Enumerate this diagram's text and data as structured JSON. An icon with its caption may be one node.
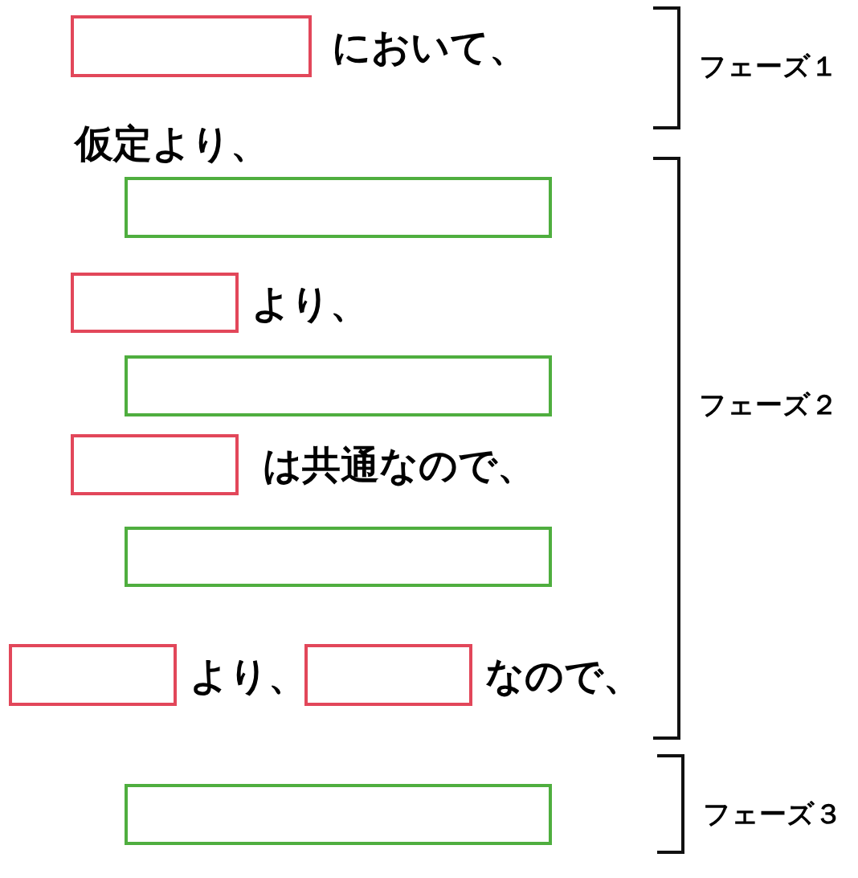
{
  "diagram": {
    "nodes": [
      {
        "text": [],
        "shape": "box",
        "beside": [
          "において、"
        ]
      },
      {
        "text": [],
        "shape": "box"
      },
      {
        "text": [],
        "shape": "box",
        "beside": [
          "より、"
        ]
      },
      {
        "text": [],
        "shape": "box"
      },
      {
        "text": [],
        "shape": "box",
        "beside": [
          "は共通なので、"
        ]
      },
      {
        "text": [],
        "shape": "box"
      },
      {
        "text": [],
        "shape": "box",
        "beside": [
          "より、"
        ]
      },
      {
        "text": [],
        "shape": "box",
        "beside": [
          "なので、"
        ]
      },
      {
        "text": [],
        "shape": "box"
      }
    ],
    "labels": [
      "フェーズ１",
      "仮定より、",
      "フェーズ２",
      "フェーズ３"
    ]
  }
}
